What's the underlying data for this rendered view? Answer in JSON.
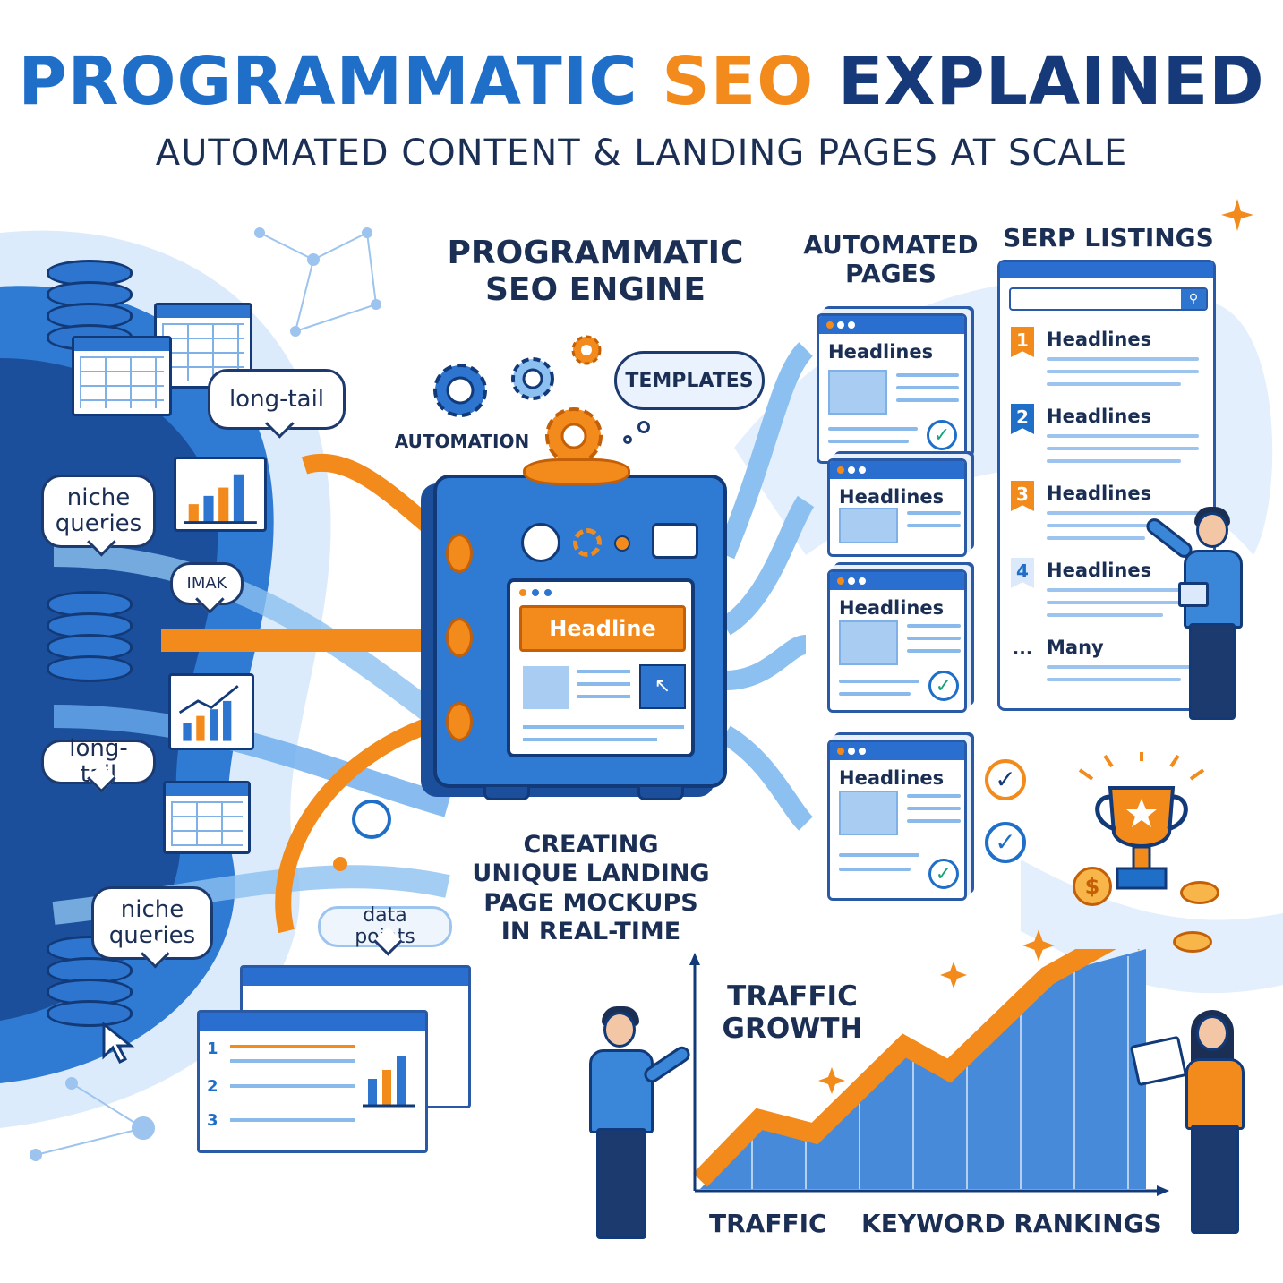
{
  "header": {
    "title_part1": "PROGRAMMATIC",
    "title_part2": "SEO",
    "title_part3": "EXPLAINED",
    "subtitle": "AUTOMATED CONTENT & LANDING PAGES AT SCALE"
  },
  "engine": {
    "title": "PROGRAMMATIC\nSEO ENGINE",
    "automation_label": "AUTOMATION",
    "templates_label": "TEMPLATES",
    "screen_headline": "Headline",
    "caption": "CREATING\nUNIQUE LANDING\nPAGE MOCKUPS\nIN REAL-TIME"
  },
  "inputs": {
    "bubbles": [
      {
        "text": "long-tail"
      },
      {
        "text": "niche\nqueries"
      },
      {
        "text": "long-tail"
      },
      {
        "text": "niche\nqueries"
      },
      {
        "text": "data points"
      }
    ],
    "tag_text": "IMAK",
    "table_rows": [
      "1",
      "2",
      "3"
    ]
  },
  "automated_pages": {
    "title": "AUTOMATED\nPAGES",
    "pages": [
      {
        "headline": "Headlines"
      },
      {
        "headline": "Headlines"
      },
      {
        "headline": "Headlines"
      },
      {
        "headline": "Headlines"
      }
    ]
  },
  "serp": {
    "title": "SERP LISTINGS",
    "listings": [
      {
        "rank": "1",
        "label": "Headlines",
        "color": "#f28a1c"
      },
      {
        "rank": "2",
        "label": "Headlines",
        "color": "#1f6fc9"
      },
      {
        "rank": "3",
        "label": "Headlines",
        "color": "#f28a1c"
      },
      {
        "rank": "4",
        "label": "Headlines",
        "color": "#1f6fc9"
      },
      {
        "rank": "...",
        "label": "Many",
        "color": "#ffffff"
      }
    ]
  },
  "growth": {
    "title": "TRAFFIC\nGROWTH",
    "x_label_left": "TRAFFIC",
    "x_label_right": "KEYWORD RANKINGS"
  },
  "colors": {
    "primary_blue": "#1f6fc9",
    "accent_orange": "#f28a1c",
    "navy": "#163a79"
  }
}
